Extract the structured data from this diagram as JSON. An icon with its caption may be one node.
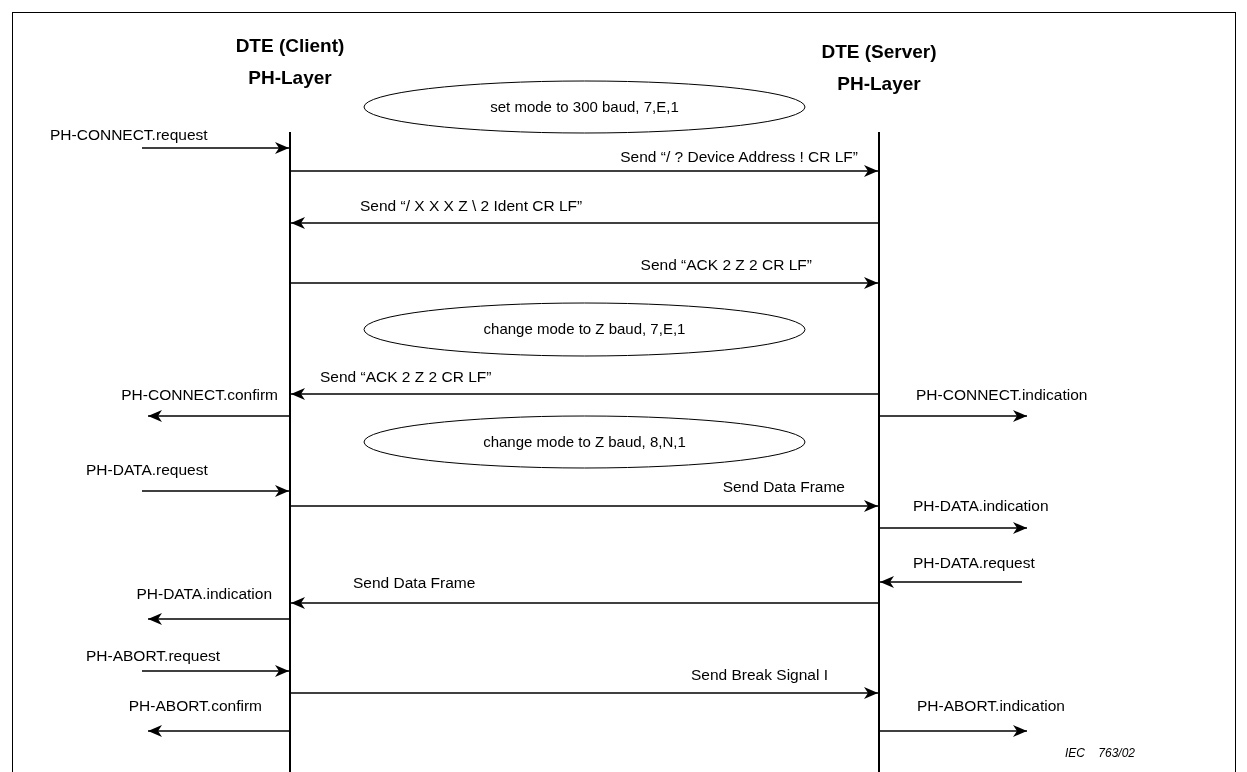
{
  "diagram": {
    "nodes": [
      {
        "text": [
          "DTE (Client) PH-Layer"
        ]
      },
      {
        "text": [
          "DTE (Server) PH-Layer"
        ]
      },
      {
        "text": [
          "set mode to 300 baud, 7,E,1"
        ]
      },
      {
        "text": [
          "change mode to Z baud, 7,E,1"
        ]
      },
      {
        "text": [
          "change mode to Z baud, 8,N,1"
        ]
      }
    ],
    "edges": [
      {
        "from": null,
        "to": 0,
        "arrow": "to",
        "label": "PH-CONNECT.request"
      },
      {
        "from": 0,
        "to": 1,
        "arrow": "to",
        "label": "Send “/ ? Device Address ! CR LF”"
      },
      {
        "from": 1,
        "to": 0,
        "arrow": "to",
        "label": "Send “/ X X X Z \\ 2 Ident CR LF”"
      },
      {
        "from": 0,
        "to": 1,
        "arrow": "to",
        "label": "Send “ACK 2 Z 2 CR LF”"
      },
      {
        "from": 1,
        "to": 0,
        "arrow": "to",
        "label": "Send “ACK 2 Z 2 CR LF”"
      },
      {
        "from": 0,
        "to": null,
        "arrow": "to",
        "label": "PH-CONNECT.confirm"
      },
      {
        "from": 1,
        "to": null,
        "arrow": "to",
        "label": "PH-CONNECT.indication"
      },
      {
        "from": null,
        "to": 0,
        "arrow": "to",
        "label": "PH-DATA.request"
      },
      {
        "from": 0,
        "to": 1,
        "arrow": "to",
        "label": "Send Data Frame"
      },
      {
        "from": 1,
        "to": null,
        "arrow": "to",
        "label": "PH-DATA.indication"
      },
      {
        "from": null,
        "to": 1,
        "arrow": "to",
        "label": "PH-DATA.request"
      },
      {
        "from": 1,
        "to": 0,
        "arrow": "to",
        "label": "Send Data Frame"
      },
      {
        "from": 0,
        "to": null,
        "arrow": "to",
        "label": "PH-DATA.indication"
      },
      {
        "from": null,
        "to": 0,
        "arrow": "to",
        "label": "PH-ABORT.request"
      },
      {
        "from": 0,
        "to": 1,
        "arrow": "to",
        "label": "Send Break Signal I"
      },
      {
        "from": 0,
        "to": null,
        "arrow": "to",
        "label": "PH-ABORT.confirm"
      },
      {
        "from": 1,
        "to": null,
        "arrow": "to",
        "label": "PH-ABORT.indication"
      }
    ],
    "labels": [
      "IEC 763/02"
    ]
  }
}
